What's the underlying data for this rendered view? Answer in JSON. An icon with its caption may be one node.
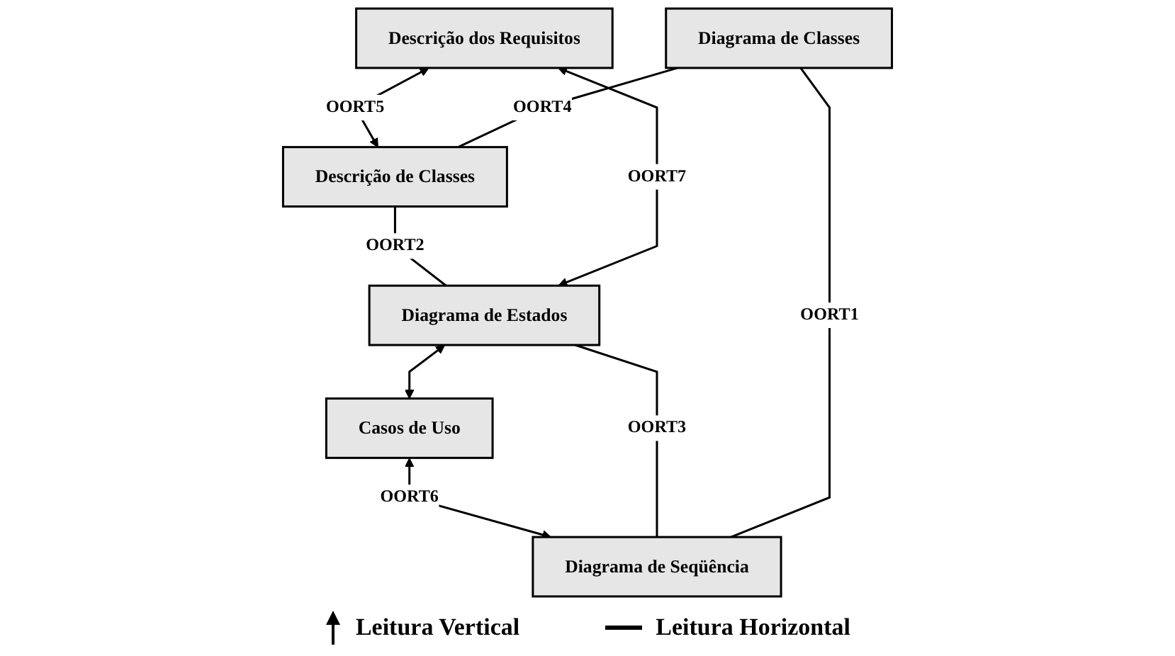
{
  "diagram": {
    "nodes": [
      {
        "text": [
          "Descrição dos Requisitos"
        ]
      },
      {
        "text": [
          "Casos de Uso"
        ]
      },
      {
        "text": [
          "Diagrama de Classes"
        ]
      },
      {
        "text": [
          "Descrição de Classes"
        ]
      },
      {
        "text": [
          "Diagrama de Estados"
        ]
      },
      {
        "text": [
          "Diagrama de Seqüência"
        ]
      }
    ],
    "edges": [
      {
        "from": 0,
        "to": 3,
        "arrow": "both",
        "label": "OORT5"
      },
      {
        "from": 4,
        "to": 0,
        "arrow": "both",
        "label": "OORT7"
      },
      {
        "from": 4,
        "to": 1,
        "arrow": "both"
      },
      {
        "from": 1,
        "to": 5,
        "arrow": "both",
        "label": "OORT6"
      },
      {
        "from": 2,
        "to": 3,
        "arrow": "none",
        "label": "OORT4"
      },
      {
        "from": 3,
        "to": 4,
        "arrow": "none",
        "label": "OORT2"
      },
      {
        "from": 4,
        "to": 5,
        "arrow": "none",
        "label": "OORT3"
      },
      {
        "from": 2,
        "to": 5,
        "arrow": "none",
        "label": "OORT1"
      }
    ],
    "legend": [
      {
        "text": "Leitura Vertical"
      },
      {
        "text": "Leitura Horizontal"
      }
    ]
  }
}
